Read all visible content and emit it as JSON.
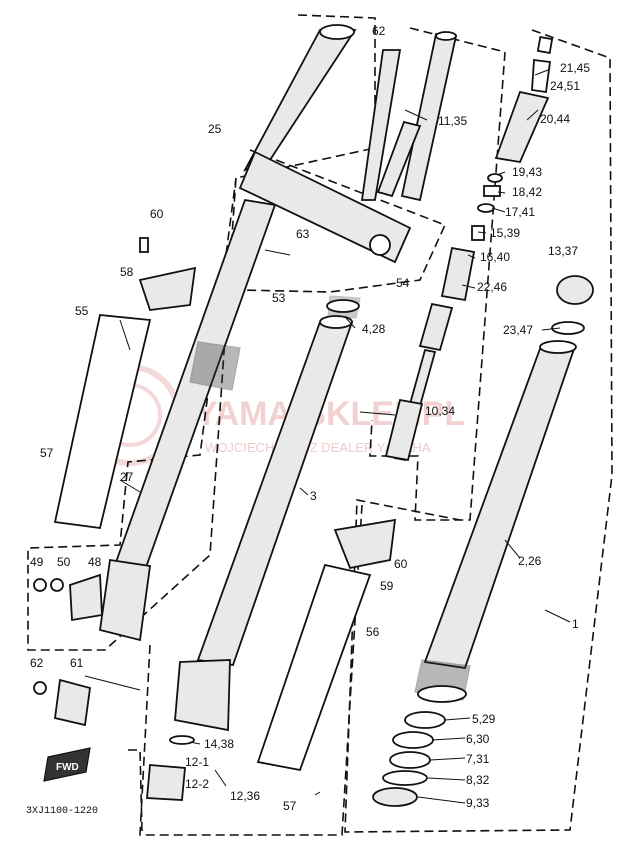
{
  "watermark": {
    "title": "YAMA-SKLEP.PL",
    "subtitle": "WOJCIECHOWICZ DEALER YAMAHA"
  },
  "diagram_code": "3XJ1100-1220",
  "fwd_badge": "FWD",
  "labels": {
    "l62a": "62",
    "l25": "25",
    "l11_35": "11,35",
    "l21_45": "21,45",
    "l24_51": "24,51",
    "l20_44": "20,44",
    "l19_43": "19,43",
    "l18_42": "18,42",
    "l17_41": "17,41",
    "l15_39": "15,39",
    "l16_40": "16,40",
    "l22_46": "22,46",
    "l13_37": "13,37",
    "l23_47": "23,47",
    "l60a": "60",
    "l58a": "58",
    "l63": "63",
    "l54": "54",
    "l53": "53",
    "l4_28": "4,28",
    "l55": "55",
    "l10_34": "10,34",
    "l57a": "57",
    "l27": "27",
    "l3": "3",
    "l49": "49",
    "l50": "50",
    "l48": "48",
    "l60b": "60",
    "l59": "59",
    "l2_26": "2,26",
    "l1": "1",
    "l56": "56",
    "l62b": "62",
    "l61": "61",
    "l5_29": "5,29",
    "l6_30": "6,30",
    "l7_31": "7,31",
    "l14_38": "14,38",
    "l12_1": "12-1",
    "l12_2": "12-2",
    "l8_32": "8,32",
    "l12_36": "12,36",
    "l57b": "57",
    "l9_33": "9,33"
  }
}
